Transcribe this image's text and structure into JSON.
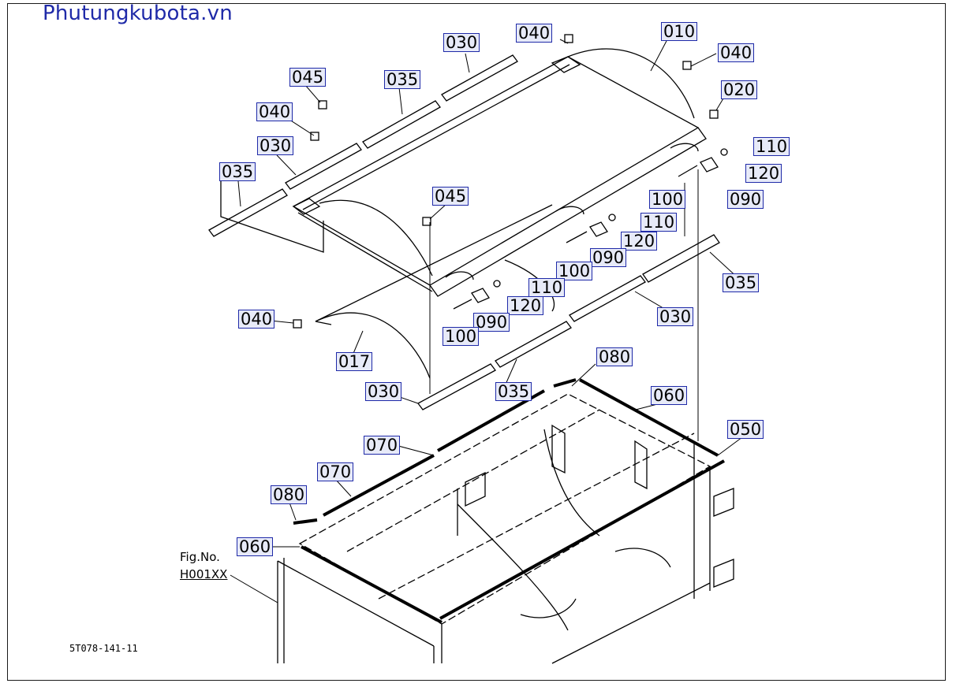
{
  "watermark": "Phutungkubota.vn",
  "figure": {
    "label": "Fig.No.",
    "ref": "H001XX"
  },
  "drawing_code": "5T078-141-11",
  "accent_color": "#1f2aa8",
  "callout_bg": "#e7eaf8",
  "callouts": {
    "c030_top": "030",
    "c040_top": "040",
    "c010": "010",
    "c040_right": "040",
    "c045_top": "045",
    "c035_top": "035",
    "c020": "020",
    "c040_left": "040",
    "c030_left": "030",
    "c110_a": "110",
    "c035_left": "035",
    "c120_a": "120",
    "c045_mid": "045",
    "c100_a": "100",
    "c090_a": "090",
    "c110_b": "110",
    "c120_b": "120",
    "c090_b": "090",
    "c100_b": "100",
    "c035_right": "035",
    "c110_c": "110",
    "c120_c": "120",
    "c040_low": "040",
    "c090_c": "090",
    "c030_right": "030",
    "c100_c": "100",
    "c017": "017",
    "c080_top": "080",
    "c030_low": "030",
    "c035_low": "035",
    "c060_top": "060",
    "c050": "050",
    "c070_a": "070",
    "c070_b": "070",
    "c080_low": "080",
    "c060_low": "060"
  }
}
